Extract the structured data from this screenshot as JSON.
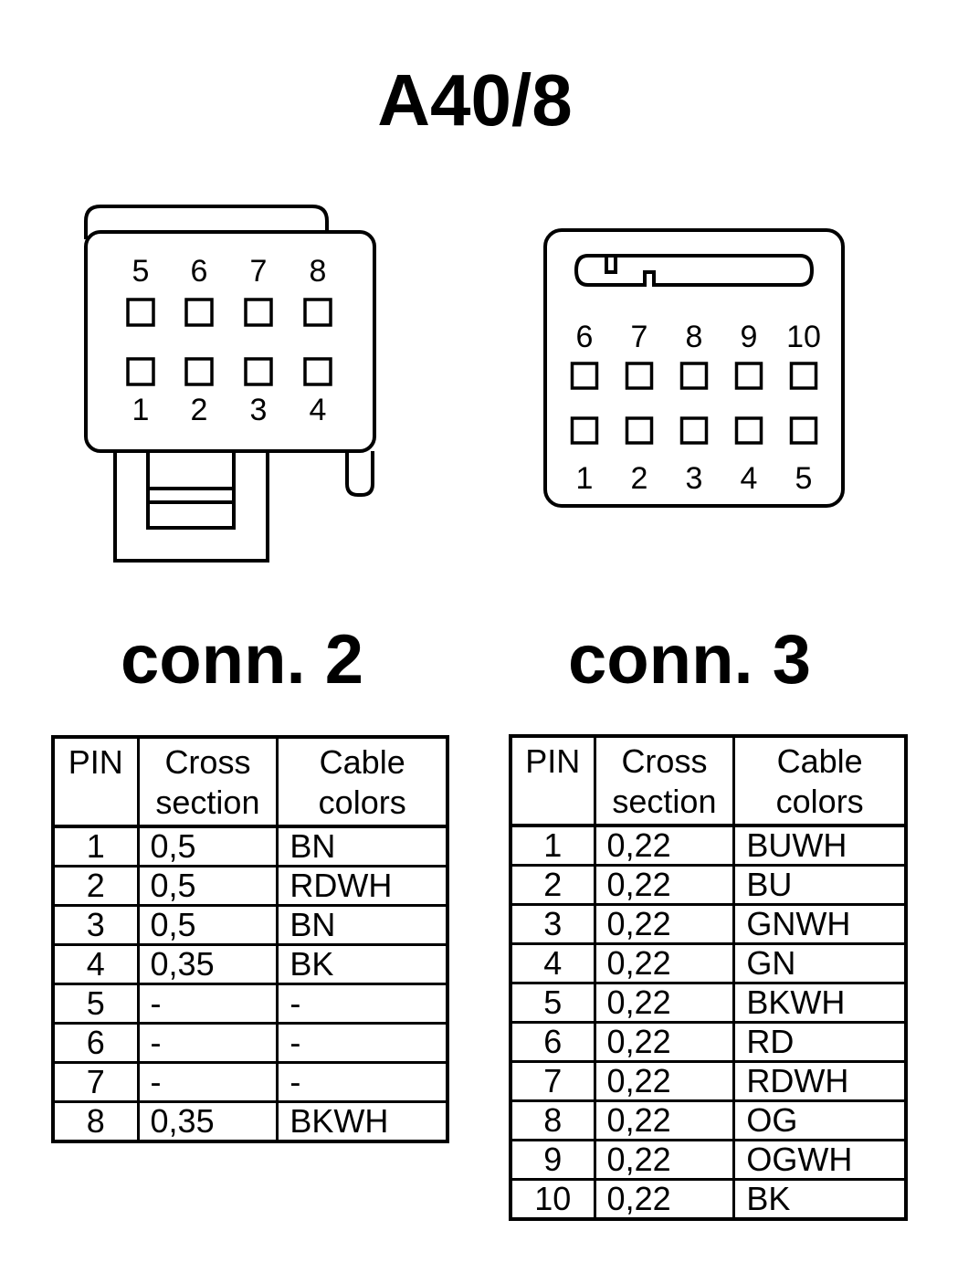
{
  "title": "A40/8",
  "connectors": [
    {
      "title": "conn. 2",
      "top_pins": [
        "5",
        "6",
        "7",
        "8"
      ],
      "bottom_pins": [
        "1",
        "2",
        "3",
        "4"
      ]
    },
    {
      "title": "conn. 3",
      "top_pins": [
        "6",
        "7",
        "8",
        "9",
        "10"
      ],
      "bottom_pins": [
        "1",
        "2",
        "3",
        "4",
        "5"
      ]
    }
  ],
  "table_headers": {
    "pin": "PIN",
    "cross_1": "Cross",
    "cross_2": "section",
    "cable_1": "Cable",
    "cable_2": "colors"
  },
  "conn2_rows": [
    {
      "pin": "1",
      "cross": "0,5",
      "color": "BN"
    },
    {
      "pin": "2",
      "cross": "0,5",
      "color": "RDWH"
    },
    {
      "pin": "3",
      "cross": "0,5",
      "color": "BN"
    },
    {
      "pin": "4",
      "cross": "0,35",
      "color": "BK"
    },
    {
      "pin": "5",
      "cross": "-",
      "color": "-"
    },
    {
      "pin": "6",
      "cross": "-",
      "color": "-"
    },
    {
      "pin": "7",
      "cross": "-",
      "color": "-"
    },
    {
      "pin": "8",
      "cross": "0,35",
      "color": "BKWH"
    }
  ],
  "conn3_rows": [
    {
      "pin": "1",
      "cross": "0,22",
      "color": "BUWH"
    },
    {
      "pin": "2",
      "cross": "0,22",
      "color": "BU"
    },
    {
      "pin": "3",
      "cross": "0,22",
      "color": "GNWH"
    },
    {
      "pin": "4",
      "cross": "0,22",
      "color": "GN"
    },
    {
      "pin": "5",
      "cross": "0,22",
      "color": "BKWH"
    },
    {
      "pin": "6",
      "cross": "0,22",
      "color": "RD"
    },
    {
      "pin": "7",
      "cross": "0,22",
      "color": "RDWH"
    },
    {
      "pin": "8",
      "cross": "0,22",
      "color": "OG"
    },
    {
      "pin": "9",
      "cross": "0,22",
      "color": "OGWH"
    },
    {
      "pin": "10",
      "cross": "0,22",
      "color": "BK"
    }
  ]
}
